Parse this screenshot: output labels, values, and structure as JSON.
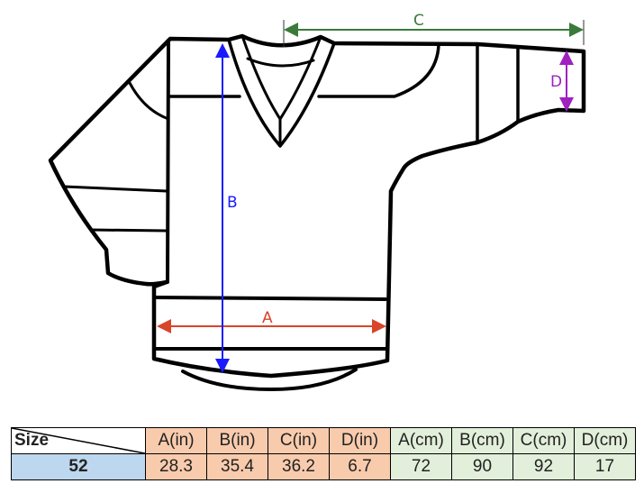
{
  "diagram": {
    "labels": {
      "A": "A",
      "B": "B",
      "C": "C",
      "D": "D"
    },
    "colors": {
      "A": "#d9452b",
      "B": "#1a1aff",
      "C": "#3a7a3a",
      "D": "#a020c0"
    }
  },
  "table": {
    "size_header": "Size",
    "headers": [
      "A(in)",
      "B(in)",
      "C(in)",
      "D(in)",
      "A(cm)",
      "B(cm)",
      "C(cm)",
      "D(cm)"
    ],
    "size": "52",
    "values": [
      "28.3",
      "35.4",
      "36.2",
      "6.7",
      "72",
      "90",
      "92",
      "17"
    ]
  }
}
